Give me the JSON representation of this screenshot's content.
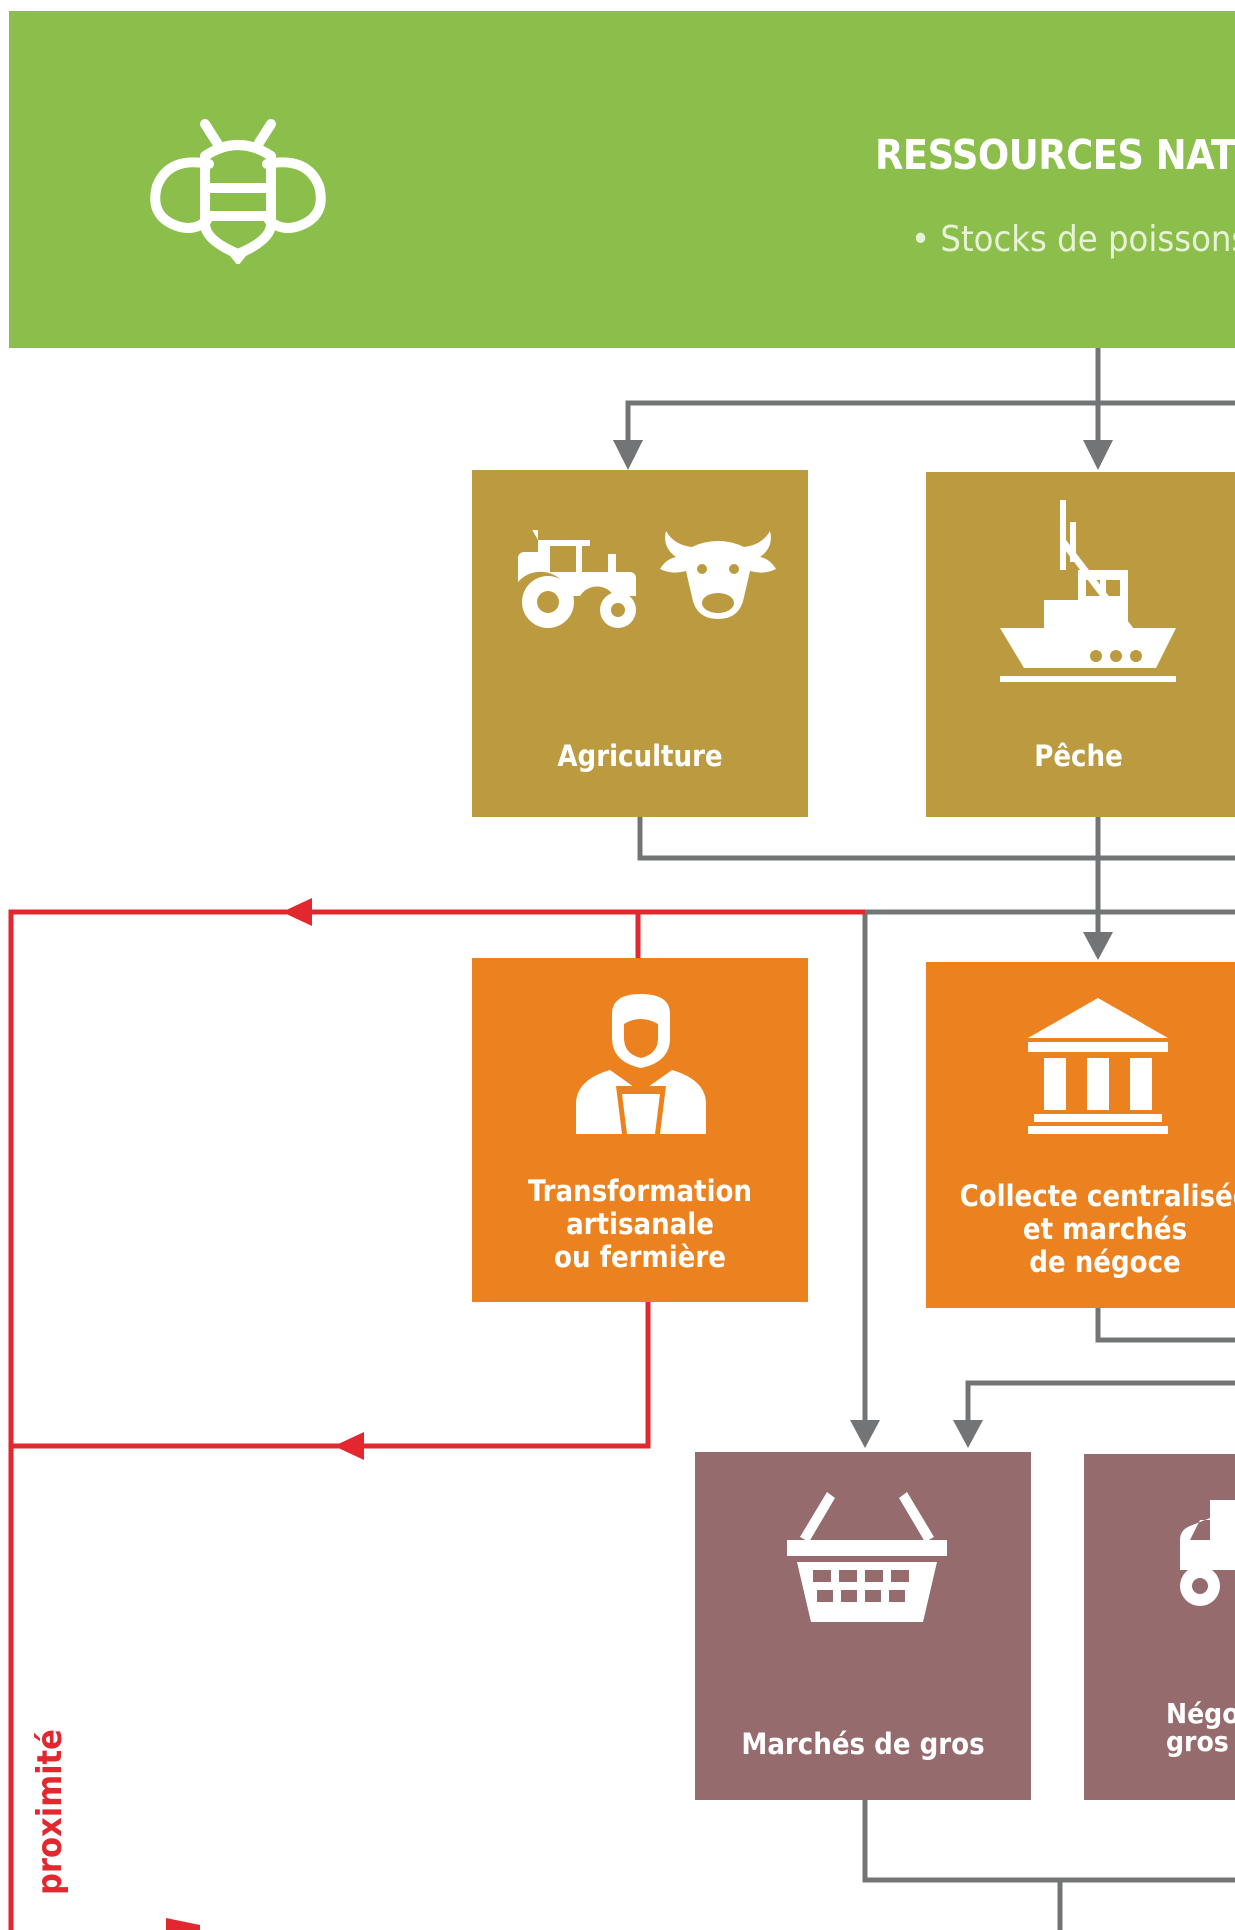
{
  "colors": {
    "natural_resources": "#8bbe4b",
    "production": "#bb9a40",
    "processing": "#ec821f",
    "wholesale": "#956b6d",
    "short_circuit_arrows": "#e2282e",
    "main_flow_arrows": "#737476"
  },
  "header": {
    "icon": "bee-icon",
    "title": "RESSOURCES NATU",
    "bullet": "• Stocks de poissons"
  },
  "production": [
    {
      "label": "Agriculture",
      "icons": [
        "tractor-icon",
        "cow-icon"
      ]
    },
    {
      "label": "Pêche",
      "icons": [
        "fishing-boat-icon"
      ]
    }
  ],
  "processing": [
    {
      "label": "Transformation\nartisanale\nou fermière",
      "icons": [
        "artisan-icon"
      ]
    },
    {
      "label": "Collecte centralisée\net marchés\nde négoce",
      "icons": [
        "market-building-icon"
      ]
    }
  ],
  "wholesale": [
    {
      "label": "Marchés de gros",
      "icons": [
        "basket-icon"
      ]
    },
    {
      "label": "Négo\ngros",
      "icons": [
        "truck-icon"
      ]
    }
  ],
  "side_label": "proximité"
}
